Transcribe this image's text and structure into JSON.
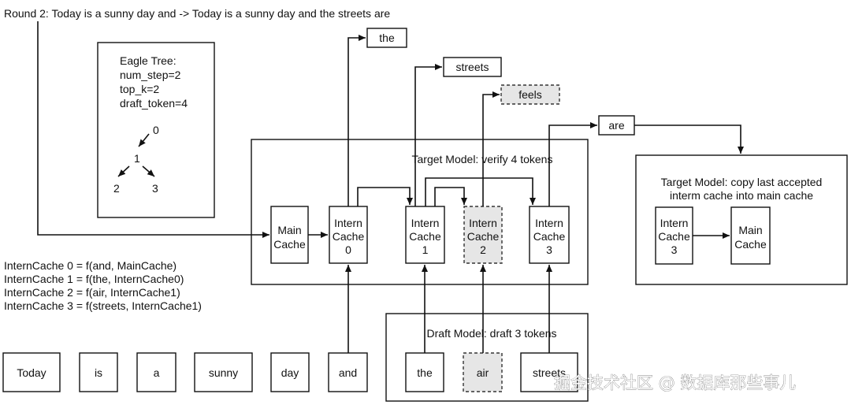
{
  "round_title": "Round 2: Today is a sunny day and -> Today is a sunny day and the streets are",
  "eagle_tree": {
    "title": "Eagle Tree:",
    "params": [
      "num_step=2",
      "top_k=2",
      "draft_token=4"
    ],
    "nodes": [
      "0",
      "1",
      "2",
      "3"
    ]
  },
  "outputs": {
    "the": "the",
    "streets": "streets",
    "feels": "feels",
    "are": "are"
  },
  "target_model": {
    "title": "Target Model: verify 4 tokens",
    "main_cache": [
      "Main",
      "Cache"
    ],
    "intern_caches": [
      [
        "Intern",
        "Cache",
        "0"
      ],
      [
        "Intern",
        "Cache",
        "1"
      ],
      [
        "Intern",
        "Cache",
        "2"
      ],
      [
        "Intern",
        "Cache",
        "3"
      ]
    ]
  },
  "copy_panel": {
    "title_lines": [
      "Target Model: copy last accepted",
      "interm cache into main cache"
    ],
    "source": [
      "Intern",
      "Cache",
      "3"
    ],
    "dest": [
      "Main",
      "Cache"
    ]
  },
  "formulas": [
    "InternCache 0 = f(and, MainCache)",
    "InternCache 1 = f(the, InternCache0)",
    "InternCache 2 = f(air, InternCache1)",
    "InternCache 3 = f(streets, InternCache1)"
  ],
  "input_tokens": [
    "Today",
    "is",
    "a",
    "sunny",
    "day",
    "and"
  ],
  "draft_model": {
    "title": "Draft Model: draft 3 tokens",
    "tokens": [
      "the",
      "air",
      "streets"
    ]
  },
  "watermark": "掘金技术社区 @ 数据库那些事儿"
}
